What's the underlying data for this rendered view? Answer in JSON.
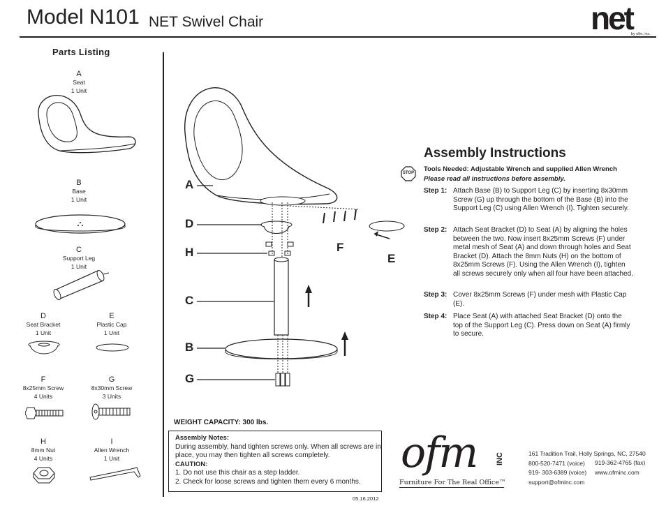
{
  "header": {
    "model": "Model N101",
    "product": "NET Swivel Chair",
    "brand_logo_text": "net",
    "brand_logo_sub": "by ofm, inc."
  },
  "parts": {
    "heading": "Parts Listing",
    "items": [
      {
        "letter": "A",
        "name": "Seat",
        "qty": "1 Unit"
      },
      {
        "letter": "B",
        "name": "Base",
        "qty": "1 Unit"
      },
      {
        "letter": "C",
        "name": "Support Leg",
        "qty": "1 Unit"
      },
      {
        "letter": "D",
        "name": "Seat Bracket",
        "qty": "1 Unit"
      },
      {
        "letter": "E",
        "name": "Plastic Cap",
        "qty": "1 Unit"
      },
      {
        "letter": "F",
        "name": "8x25mm Screw",
        "qty": "4 Units"
      },
      {
        "letter": "G",
        "name": "8x30mm Screw",
        "qty": "3 Units"
      },
      {
        "letter": "H",
        "name": "8mm Nut",
        "qty": "4 Units"
      },
      {
        "letter": "I",
        "name": "Allen Wrench",
        "qty": "1 Unit"
      }
    ]
  },
  "diagram": {
    "callouts": [
      "A",
      "D",
      "H",
      "C",
      "B",
      "G",
      "F",
      "E"
    ],
    "stop_sign": "STOP"
  },
  "assembly": {
    "title": "Assembly Instructions",
    "tools": "Tools Needed: Adjustable Wrench and supplied Allen Wrench",
    "read_first": "Please read all instructions before assembly.",
    "steps": [
      {
        "label": "Step 1:",
        "text": "Attach Base (B) to Support Leg (C) by inserting 8x30mm Screw (G) up through the bottom of the Base (B) into the Support Leg (C) using Allen Wrench (I). Tighten securely."
      },
      {
        "label": "Step 2:",
        "text": "Attach Seat Bracket (D) to Seat (A) by aligning the holes between the two. Now insert 8x25mm Screws (F) under metal mesh of Seat (A) and down through holes and Seat Bracket (D). Attach the 8mm Nuts (H) on the bottom of 8x25mm Screws (F). Using the Allen Wrench (I), tighten all screws securely only when all four have been attached."
      },
      {
        "label": "Step 3:",
        "text": "Cover 8x25mm Screws (F) under mesh with Plastic Cap (E)."
      },
      {
        "label": "Step 4:",
        "text": "Place Seat (A) with attached Seat Bracket (D) onto the top of the Support Leg (C). Press down on Seat (A) firmly to secure."
      }
    ]
  },
  "weight_capacity": "WEIGHT CAPACITY: 300 lbs.",
  "notes": {
    "heading": "Assembly Notes:",
    "body": "During assembly, hand tighten screws only. When all screws are in place, you may then tighten all screws completely.",
    "caution_heading": "CAUTION:",
    "caution_1": "1. Do not use this chair as a step ladder.",
    "caution_2": "2. Check for loose screws and tighten them every 6 months."
  },
  "date": "05.16.2012",
  "footer": {
    "logo_text": "ofm",
    "logo_inc": "INC",
    "tagline": "Furniture For The Real Office™",
    "address": "161 Tradition Trail,  Holly Springs, NC, 27540",
    "phone1": "800-520-7471 (voice)",
    "fax": "919-362-4765 (fax)",
    "phone2": "919- 303-6389 (voice)",
    "web": "www.ofminc.com",
    "email": "support@ofminc.com"
  }
}
